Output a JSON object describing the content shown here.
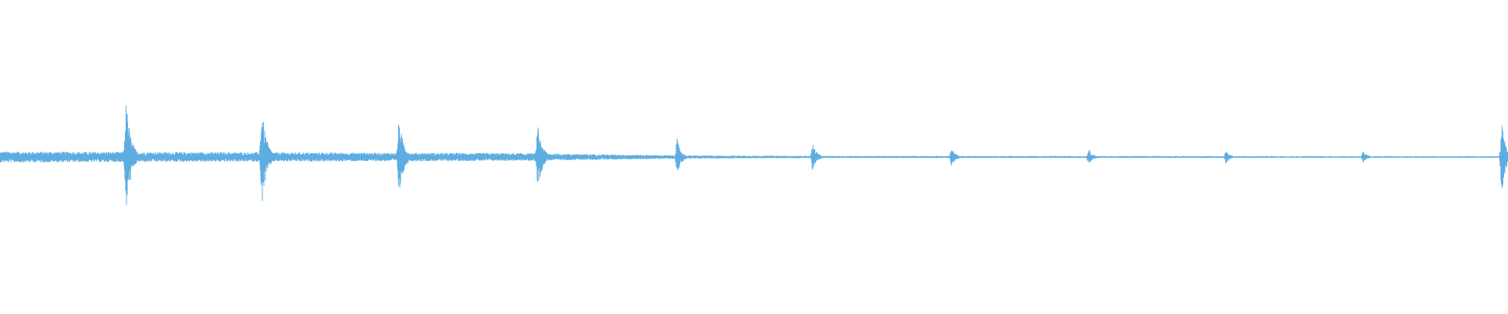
{
  "chart_data": {
    "type": "waveform",
    "title": "",
    "xlabel": "",
    "ylabel": "",
    "ylim": [
      -1,
      1
    ],
    "grid": false,
    "legend": "none",
    "color": "#5dade2",
    "baseline": {
      "decay_points": [
        [
          0.0,
          0.1
        ],
        [
          0.35,
          0.07
        ],
        [
          0.45,
          0.03
        ],
        [
          0.55,
          0.02
        ],
        [
          1.0,
          0.015
        ]
      ]
    },
    "bursts": [
      {
        "t": 0.0855,
        "amplitude": 1.0,
        "width": 0.0035
      },
      {
        "t": 0.1755,
        "amplitude": 0.88,
        "width": 0.0035
      },
      {
        "t": 0.2665,
        "amplitude": 0.68,
        "width": 0.0035
      },
      {
        "t": 0.3585,
        "amplitude": 0.55,
        "width": 0.0035
      },
      {
        "t": 0.4505,
        "amplitude": 0.33,
        "width": 0.003
      },
      {
        "t": 0.5405,
        "amplitude": 0.25,
        "width": 0.003
      },
      {
        "t": 0.6325,
        "amplitude": 0.16,
        "width": 0.003
      },
      {
        "t": 0.7235,
        "amplitude": 0.15,
        "width": 0.003
      },
      {
        "t": 0.8145,
        "amplitude": 0.12,
        "width": 0.003
      },
      {
        "t": 0.9055,
        "amplitude": 0.1,
        "width": 0.003
      },
      {
        "t": 0.9975,
        "amplitude": 0.64,
        "width": 0.003
      }
    ]
  }
}
